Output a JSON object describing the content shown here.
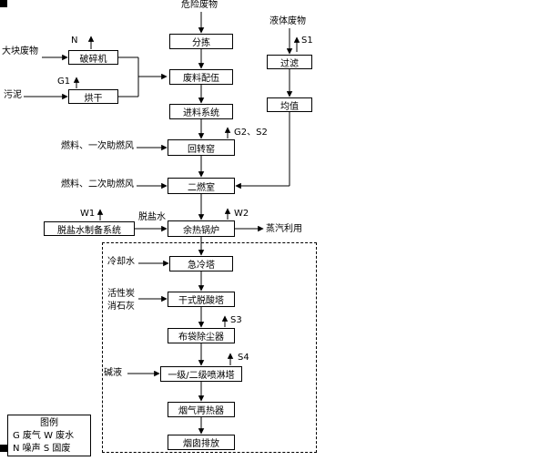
{
  "colors": {
    "line": "#000000",
    "background": "#ffffff",
    "box_fill": "#ffffff"
  },
  "nodes": {
    "sorting": "分拣",
    "blending": "废料配伍",
    "feeding_system": "进料系统",
    "rotary_kiln": "回转窑",
    "secondary_chamber": "二燃室",
    "waste_heat_boiler": "余热锅炉",
    "quench_tower": "急冷塔",
    "dry_deacid_tower": "干式脱酸塔",
    "bag_filter": "布袋除尘器",
    "spray_tower": "一级/二级喷淋塔",
    "gas_reheater": "烟气再热器",
    "stack_discharge": "烟囱排放",
    "crusher": "破碎机",
    "dryer": "烘干",
    "demin_water_system": "脱盐水制备系统",
    "filtration": "过滤",
    "equalization": "均值"
  },
  "labels": {
    "hazardous_waste": "危险废物",
    "liquid_waste": "液体废物",
    "bulk_waste": "大块废物",
    "sludge": "污泥",
    "fuel_primary_air": "燃料、一次助燃风",
    "fuel_secondary_air": "燃料、二次助燃风",
    "demin_water": "脱盐水",
    "cooling_water": "冷却水",
    "activated_carbon": "活性炭",
    "slaked_lime": "消石灰",
    "alkali_liquor": "碱液",
    "steam_use": "蒸汽利用"
  },
  "emissions": {
    "n": "N",
    "g1": "G1",
    "s1": "S1",
    "g2_s2": "G2、S2",
    "w2": "W2",
    "w1": "W1",
    "s3": "S3",
    "s4": "S4"
  },
  "legend": {
    "title": "图例",
    "row1": "G 废气 W 废水",
    "row2": "N 噪声 S 固废"
  }
}
